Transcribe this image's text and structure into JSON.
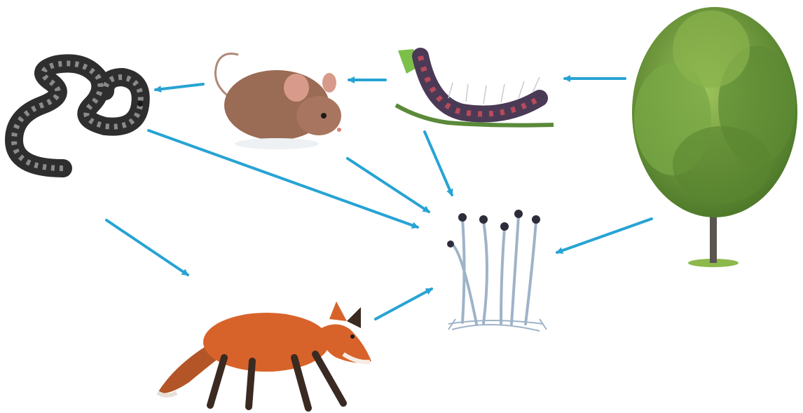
{
  "diagram": {
    "type": "food-web",
    "colors": {
      "background": "#ffffff",
      "arrow": "#27a3d4",
      "tree_foliage": "#6f9a3d",
      "tree_foliage_dark": "#4f7a2a",
      "tree_trunk": "#5a5550",
      "grass": "#8db84a",
      "fox": "#d8632a",
      "fox_dark": "#3a2a22",
      "mouse": "#9a6b55",
      "caterpillar": "#4a3a55",
      "snake": "#2e2e2e",
      "mold": "#9fb3c8"
    },
    "organisms": [
      {
        "id": "tree",
        "icon": "tree-icon"
      },
      {
        "id": "caterpillar",
        "icon": "caterpillar-icon"
      },
      {
        "id": "mouse",
        "icon": "mouse-icon"
      },
      {
        "id": "snake",
        "icon": "snake-icon"
      },
      {
        "id": "fox",
        "icon": "fox-icon"
      },
      {
        "id": "decomposer",
        "icon": "mold-fungus-icon"
      }
    ],
    "links": [
      {
        "from": "tree",
        "to": "caterpillar"
      },
      {
        "from": "caterpillar",
        "to": "mouse"
      },
      {
        "from": "mouse",
        "to": "snake"
      },
      {
        "from": "snake",
        "to": "fox"
      },
      {
        "from": "tree",
        "to": "decomposer"
      },
      {
        "from": "caterpillar",
        "to": "decomposer"
      },
      {
        "from": "mouse",
        "to": "decomposer"
      },
      {
        "from": "snake",
        "to": "decomposer"
      },
      {
        "from": "fox",
        "to": "decomposer"
      }
    ]
  }
}
